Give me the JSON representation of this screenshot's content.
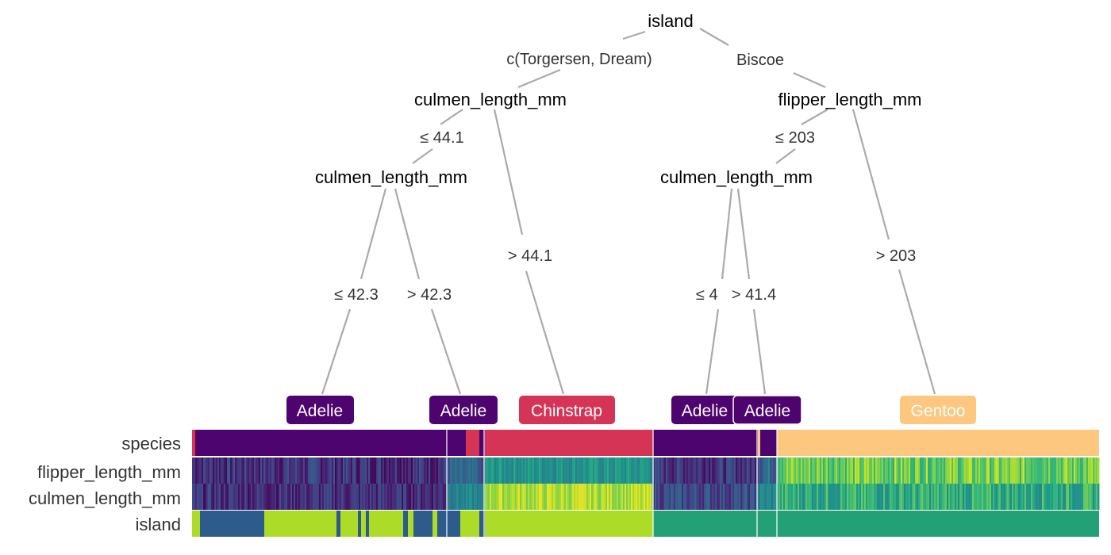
{
  "colors": {
    "edge": "#aaaaaa",
    "adelie": "#4e046e",
    "chinstrap": "#d63456",
    "gentoo": "#fec780",
    "divider": "#ffffff"
  },
  "tree": {
    "root": {
      "label": "island"
    },
    "root_edges": {
      "left": "c(Torgersen, Dream)",
      "right": "Biscoe"
    },
    "left_split": {
      "label": "culmen_length_mm",
      "edges": {
        "left": "≤ 44.1",
        "right": "> 44.1"
      },
      "child": {
        "label": "culmen_length_mm",
        "edges": {
          "left": "≤ 42.3",
          "right": "> 42.3"
        }
      }
    },
    "right_split": {
      "label": "flipper_length_mm",
      "edges": {
        "left": "≤ 203",
        "right": "> 203"
      },
      "child": {
        "label": "culmen_length_mm",
        "edges": {
          "left": "≤ 4",
          "right": "> 41.4"
        }
      }
    },
    "leaves": [
      "Adelie",
      "Adelie",
      "Chinstrap",
      "Adelie",
      "Adelie",
      "Gentoo"
    ]
  },
  "heatmap": {
    "rows": [
      "species",
      "flipper_length_mm",
      "culmen_length_mm",
      "island"
    ]
  }
}
